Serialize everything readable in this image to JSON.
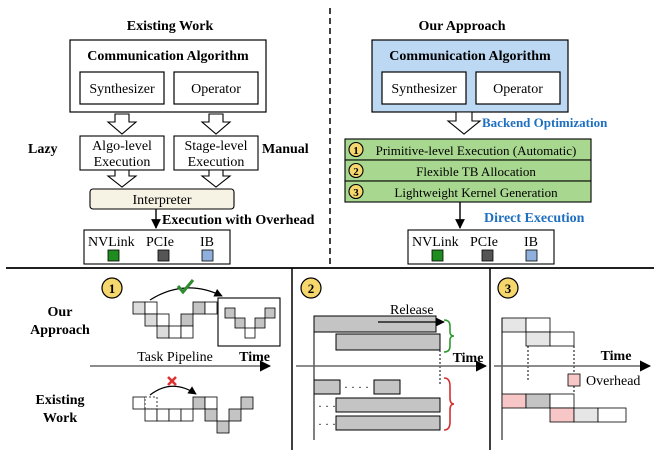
{
  "top_left": {
    "title": "Existing Work",
    "comm_algo": "Communication Algorithm",
    "synthesizer": "Synthesizer",
    "operator": "Operator",
    "lazy_label": "Lazy",
    "algo_level_line1": "Algo-level",
    "algo_level_line2": "Execution",
    "stage_level_line1": "Stage-level",
    "stage_level_line2": "Execution",
    "manual_label": "Manual",
    "interpreter": "Interpreter",
    "exec_overhead": "Execution with Overhead",
    "nvlink": "NVLink",
    "pcie": "PCIe",
    "ib": "IB"
  },
  "top_right": {
    "title": "Our Approach",
    "comm_algo": "Communication Algorithm",
    "synthesizer": "Synthesizer",
    "operator": "Operator",
    "backend_opt": "Backend Optimization",
    "steps": [
      {
        "num": "1",
        "label": "Primitive-level Execution (Automatic)"
      },
      {
        "num": "2",
        "label": "Flexible TB Allocation"
      },
      {
        "num": "3",
        "label": "Lightweight Kernel Generation"
      }
    ],
    "direct_exec": "Direct Execution",
    "nvlink": "NVLink",
    "pcie": "PCIe",
    "ib": "IB"
  },
  "bottom": {
    "panel1_num": "1",
    "our_line1": "Our",
    "our_line2": "Approach",
    "task_pipeline": "Task Pipeline",
    "time1": "Time",
    "existing_line1": "Existing",
    "existing_line2": "Work",
    "panel2_num": "2",
    "release": "Release",
    "dots1": "· · · ·",
    "time2": "Time",
    "panel3_num": "3",
    "time3": "Time",
    "overhead": "Overhead"
  },
  "colors": {
    "nvlink": "#1e8c1e",
    "pcie": "#555555",
    "ib": "#8fb0dc",
    "green_step": "#a8d88f",
    "blue_box": "#bcd8f2",
    "cream": "#f6f2e4",
    "overhead": "#f7c6c6",
    "gray_block": "#c4c4c4"
  }
}
